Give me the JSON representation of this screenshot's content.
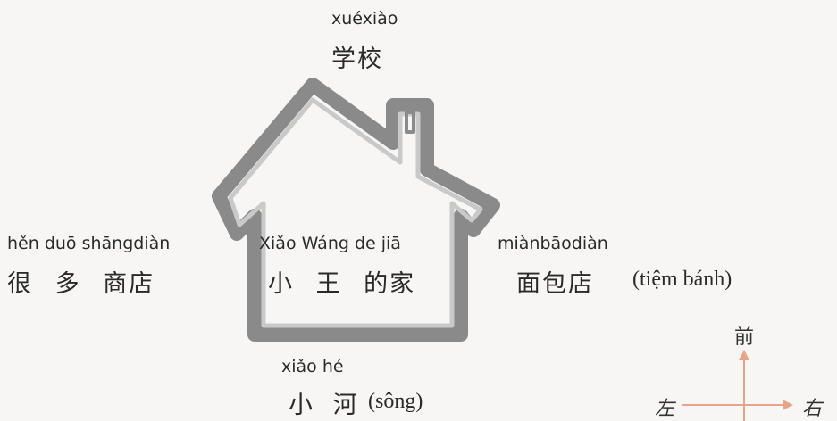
{
  "top": {
    "pinyin": "xuéxiào",
    "hanzi": "学校"
  },
  "left": {
    "pinyin": "hěn duō shāngdiàn",
    "hanzi": "很 多  商店"
  },
  "center": {
    "pinyin": "Xiǎo Wáng de jiā",
    "hanzi": "小 王 的家"
  },
  "right": {
    "pinyin": "miànbāodiàn",
    "hanzi": "面包店",
    "note": "(tiệm bánh)"
  },
  "bottom": {
    "pinyin": "xiǎo hé",
    "hanzi": "小 河",
    "note": "(sông)"
  },
  "compass": {
    "front": "前",
    "left": "左",
    "right": "右",
    "color": "#e8a488"
  },
  "house": {
    "icon": "house-icon",
    "color": "#7a7a7a"
  }
}
